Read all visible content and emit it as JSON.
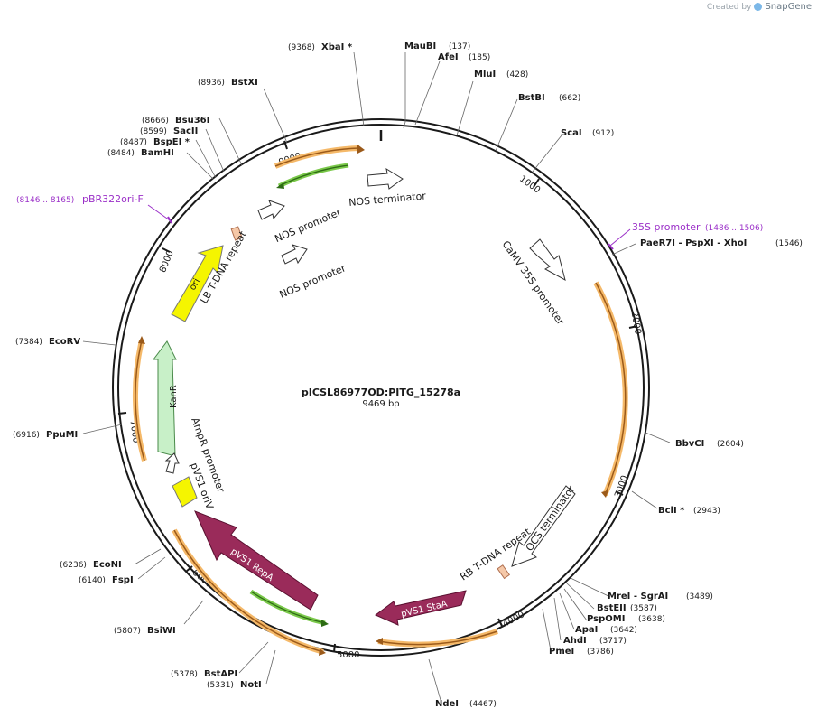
{
  "credit": {
    "prefix": "Created by",
    "brand": "SnapGene"
  },
  "plasmid": {
    "name": "pICSL86977OD:PITG_15278a",
    "size": "9469 bp",
    "length": 9469
  },
  "ticks": [
    "1000",
    "2000",
    "3000",
    "4000",
    "5000",
    "6000",
    "7000",
    "8000",
    "9000"
  ],
  "sites": [
    {
      "name": "XbaI *",
      "pos": "(9368)",
      "side": "left"
    },
    {
      "name": "MauBI",
      "pos": "(137)",
      "side": "right"
    },
    {
      "name": "AfeI",
      "pos": "(185)",
      "side": "right"
    },
    {
      "name": "MluI",
      "pos": "(428)",
      "side": "right"
    },
    {
      "name": "BstBI",
      "pos": "(662)",
      "side": "right"
    },
    {
      "name": "ScaI",
      "pos": "(912)",
      "side": "right"
    },
    {
      "name": "PaeR7I - PspXI - XhoI",
      "pos": "(1546)",
      "side": "right"
    },
    {
      "name": "BbvCI",
      "pos": "(2604)",
      "side": "right"
    },
    {
      "name": "BclI *",
      "pos": "(2943)",
      "side": "right"
    },
    {
      "name": "MreI - SgrAI",
      "pos": "(3489)",
      "side": "right"
    },
    {
      "name": "BstEII",
      "pos": "(3587)",
      "side": "right"
    },
    {
      "name": "PspOMI",
      "pos": "(3638)",
      "side": "right"
    },
    {
      "name": "ApaI",
      "pos": "(3642)",
      "side": "right"
    },
    {
      "name": "AhdI",
      "pos": "(3717)",
      "side": "right"
    },
    {
      "name": "PmeI",
      "pos": "(3786)",
      "side": "right"
    },
    {
      "name": "NdeI",
      "pos": "(4467)",
      "side": "right"
    },
    {
      "name": "NotI",
      "pos": "(5331)",
      "side": "left"
    },
    {
      "name": "BstAPI",
      "pos": "(5378)",
      "side": "left"
    },
    {
      "name": "BsiWI",
      "pos": "(5807)",
      "side": "left"
    },
    {
      "name": "FspI",
      "pos": "(6140)",
      "side": "left"
    },
    {
      "name": "EcoNI",
      "pos": "(6236)",
      "side": "left"
    },
    {
      "name": "PpuMI",
      "pos": "(6916)",
      "side": "left"
    },
    {
      "name": "EcoRV",
      "pos": "(7384)",
      "side": "left"
    },
    {
      "name": "BamHI",
      "pos": "(8484)",
      "side": "left"
    },
    {
      "name": "BspEI *",
      "pos": "(8487)",
      "side": "left"
    },
    {
      "name": "SacII",
      "pos": "(8599)",
      "side": "left"
    },
    {
      "name": "Bsu36I",
      "pos": "(8666)",
      "side": "left"
    },
    {
      "name": "BstXI",
      "pos": "(8936)",
      "side": "left"
    }
  ],
  "primers": [
    {
      "name": "pBR322ori-F",
      "range": "(8146 .. 8165)",
      "side": "left"
    },
    {
      "name": "35S promoter",
      "range": "(1486 .. 1506)",
      "side": "right"
    }
  ],
  "features": [
    {
      "label": "NOS terminator"
    },
    {
      "label": "NOS promoter"
    },
    {
      "label": "NOS promoter"
    },
    {
      "label": "CaMV 35S promoter"
    },
    {
      "label": "LB T-DNA repeat"
    },
    {
      "label": "ori"
    },
    {
      "label": "KanR"
    },
    {
      "label": "AmpR promoter"
    },
    {
      "label": "pVS1 oriV"
    },
    {
      "label": "pVS1 RepA"
    },
    {
      "label": "pVS1 StaA"
    },
    {
      "label": "OCS terminator"
    },
    {
      "label": "RB T-DNA repeat"
    }
  ],
  "colors": {
    "backbone": "#1a1a1a",
    "enzyme": "#000000",
    "primer": "#9b30c8",
    "orf_fill": "#f5b969",
    "orf_stroke": "#9b5a1a",
    "green": "#7ac84a",
    "ori": "#f5f500",
    "kanr": "#c8f0c8",
    "repa": "#9a2b5a",
    "lb_box": "#f5c8a8"
  }
}
